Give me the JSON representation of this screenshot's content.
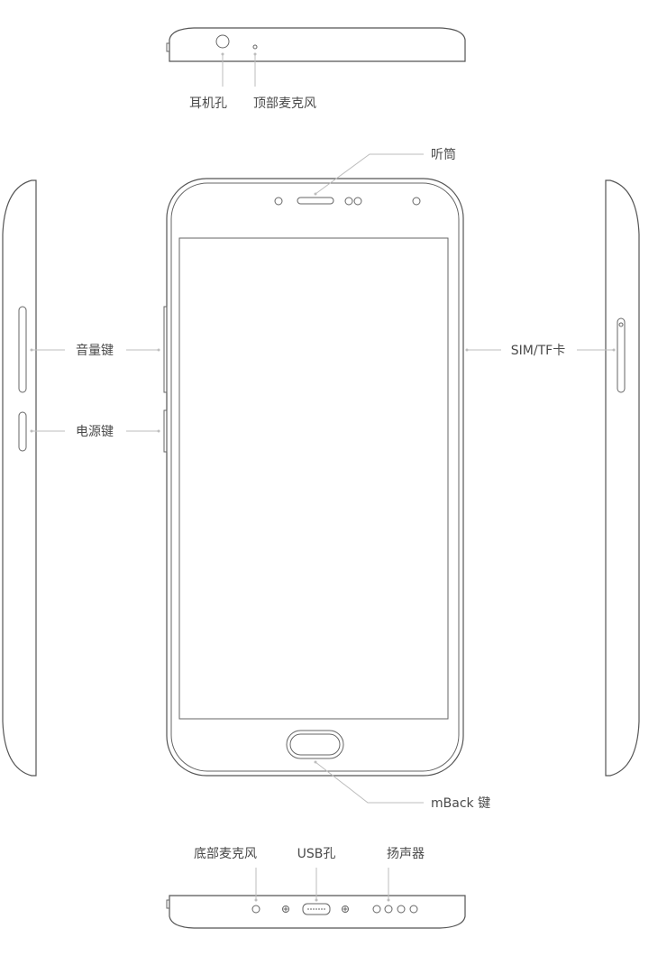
{
  "labels": {
    "headphone_jack": "耳机孔",
    "top_mic": "顶部麦克风",
    "earpiece": "听筒",
    "volume_key": "音量键",
    "power_key": "电源键",
    "sim_tray": "SIM/TF卡",
    "mback_key": "mBack 键",
    "bottom_mic": "底部麦克风",
    "usb_port": "USB孔",
    "speaker": "扬声器"
  },
  "colors": {
    "outline": "#555555",
    "leader": "#bdbdbd",
    "text": "#4a4a4a"
  }
}
